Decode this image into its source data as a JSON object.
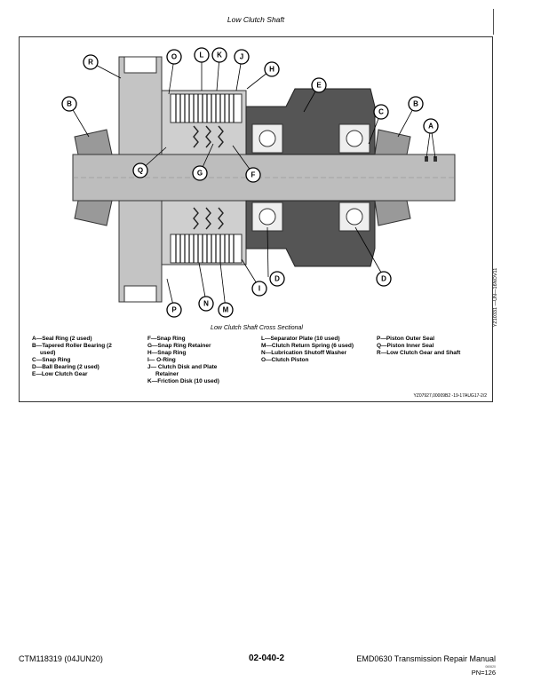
{
  "header": {
    "title": "Low Clutch Shaft"
  },
  "figure": {
    "caption": "Low Clutch Shaft Cross Sectional",
    "side_code": "YZ10331 —UN—16NOV11",
    "ref_code": "YZ07927,00009B2 -19-17AUG17-2/2",
    "callouts": {
      "A": "A",
      "B": "B",
      "C": "C",
      "D": "D",
      "E": "E",
      "F": "F",
      "G": "G",
      "H": "H",
      "I": "I",
      "J": "J",
      "K": "K",
      "L": "L",
      "M": "M",
      "N": "N",
      "O": "O",
      "P": "P",
      "Q": "Q",
      "R": "R"
    },
    "legend": {
      "col1": [
        "A—Seal Ring (2 used)",
        "B—Tapered Roller Bearing (2",
        "     used)",
        "C—Snap Ring",
        "D—Ball Bearing (2 used)",
        "E—Low Clutch Gear"
      ],
      "col2": [
        "F—Snap Ring",
        "G—Snap Ring Retainer",
        "H—Snap Ring",
        "I— O-Ring",
        "J— Clutch Disk and Plate",
        "     Retainer",
        "K—Friction Disk (10 used)"
      ],
      "col3": [
        "L—Separator Plate (10 used)",
        "M—Clutch Return Spring (6 used)",
        "N—Lubrication Shutoff Washer",
        "O—Clutch Piston"
      ],
      "col4": [
        "P—Piston Outer Seal",
        "Q—Piston Inner Seal",
        "R—Low Clutch Gear and Shaft"
      ]
    }
  },
  "footer": {
    "doc_id": "CTM118319 (04JUN20)",
    "page": "02-040-2",
    "manual": "EMD0630 Transmission Repair Manual",
    "small_code": "060620",
    "pn": "PN=126"
  }
}
